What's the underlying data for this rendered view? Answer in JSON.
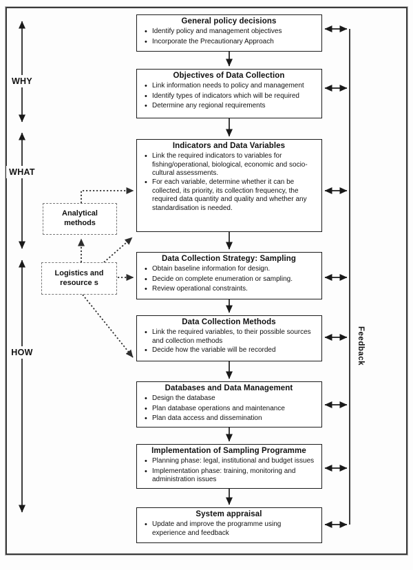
{
  "diagram": {
    "stages": [
      {
        "title": "General policy decisions",
        "bullets": [
          "Identify policy and management objectives",
          "Incorporate the Precautionary Approach"
        ]
      },
      {
        "title": "Objectives of Data Collection",
        "bullets": [
          "Link information needs to policy and management",
          "Identify types of indicators which will be required",
          "Determine any regional requirements"
        ]
      },
      {
        "title": "Indicators and Data Variables",
        "bullets": [
          "Link the required indicators to variables for fishing/operational, biological, economic and socio-cultural assessments.",
          "For each variable, determine whether it can be collected, its priority, its collection frequency, the required data quantity and quality and whether any standardisation is needed."
        ]
      },
      {
        "title": "Data Collection Strategy: Sampling",
        "bullets": [
          "Obtain baseline information for design.",
          "Decide on complete enumeration or sampling.",
          "Review operational constraints."
        ]
      },
      {
        "title": "Data Collection Methods",
        "bullets": [
          "Link the required variables, to their possible sources and collection methods",
          "Decide how the variable will be recorded"
        ]
      },
      {
        "title": "Databases and Data Management",
        "bullets": [
          "Design the database",
          "Plan database operations and maintenance",
          "Plan data access and dissemination"
        ]
      },
      {
        "title": "Implementation of Sampling Programme",
        "bullets": [
          "Planning phase: legal, institutional and budget issues",
          "Implementation phase: training, monitoring and administration issues"
        ]
      },
      {
        "title": "System appraisal",
        "bullets": [
          "Update and improve the programme using experience and feedback"
        ]
      }
    ],
    "side_boxes": [
      {
        "label": "Analytical methods"
      },
      {
        "label": "Logistics and resource s"
      }
    ],
    "left_labels": [
      {
        "text": "WHY"
      },
      {
        "text": "WHAT"
      },
      {
        "text": "HOW"
      }
    ],
    "feedback_label": "Feedback",
    "colors": {
      "line": "#1a1a1a",
      "dotted_line": "#3c3c3c",
      "box_border": "#1a1a1a",
      "side_box_border": "#777777"
    }
  }
}
